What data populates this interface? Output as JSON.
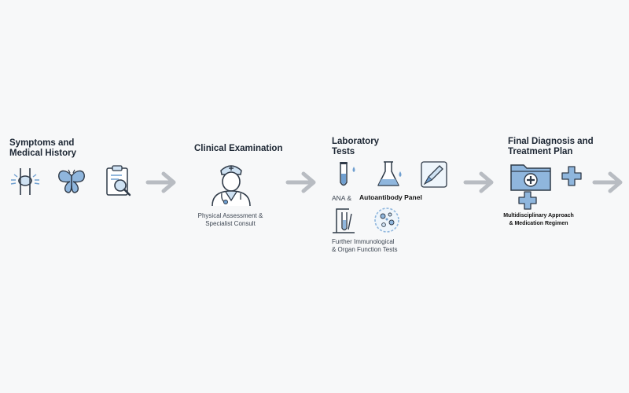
{
  "colors": {
    "icon_stroke": "#2f3a48",
    "icon_fill": "#cfe2f3",
    "icon_fill_dark": "#8fb6dd",
    "arrow": "#b8bcc2"
  },
  "steps": [
    {
      "title": "Symptoms and\nMedical History",
      "icons": [
        "joint-pain-icon",
        "butterfly-rash-icon",
        "clipboard-search-icon"
      ]
    },
    {
      "title": "Clinical Examination",
      "icons": [
        "doctor-icon"
      ],
      "caption": "Physical Assessment &\nSpecialist Consult"
    },
    {
      "title": "Laboratory\nTests",
      "icons": [
        "test-tube-icon",
        "flask-icon",
        "pipette-icon",
        "test-stand-icon",
        "microscope-cells-icon"
      ],
      "ana_label": "ANA &",
      "autoantibody_label": "Autoantibody Panel",
      "caption": "Further Immunological\n& Organ Function Tests"
    },
    {
      "title": "Final Diagnosis and\nTreatment Plan",
      "icons": [
        "medical-folder-icon",
        "plus-cross-icon",
        "plus-cross-icon"
      ],
      "caption": "Multidisciplinary Approach\n& Medication Regimen"
    }
  ]
}
